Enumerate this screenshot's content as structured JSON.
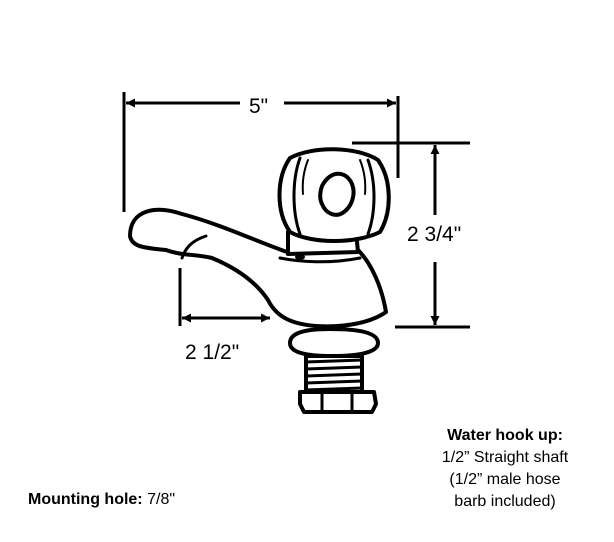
{
  "dimensions": {
    "width": "5\"",
    "height": "2 3/4\"",
    "spout_reach": "2 1/2\""
  },
  "notes": {
    "water_hookup": {
      "label": "Water hook up:",
      "line1": "1/2” Straight shaft",
      "line2": "(1/2” male hose",
      "line3": "barb included)"
    },
    "mounting_hole": {
      "label": "Mounting hole:",
      "value": "7/8\""
    }
  }
}
